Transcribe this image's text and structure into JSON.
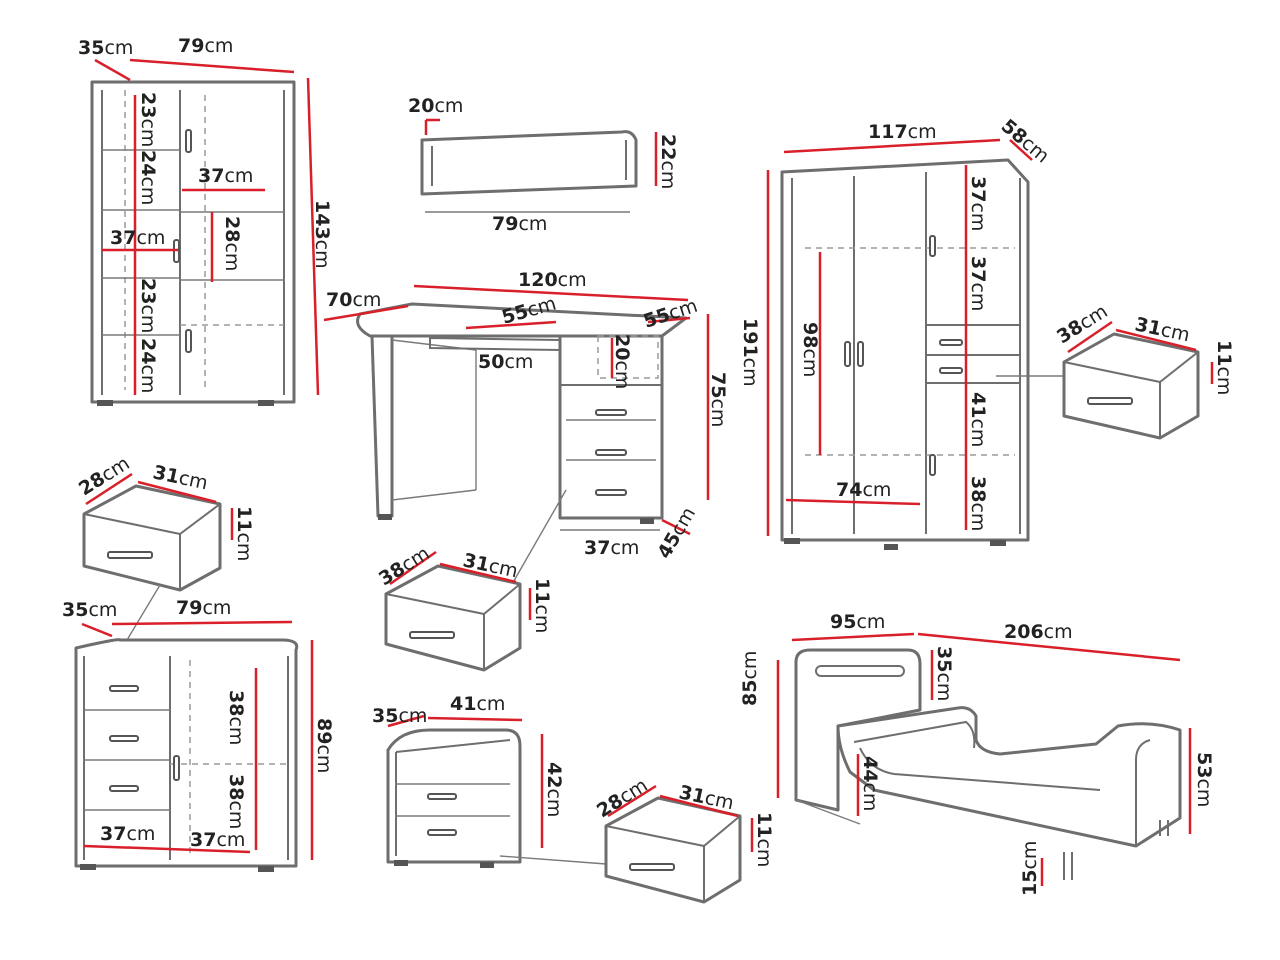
{
  "colors": {
    "dimension_line": "#d9202a",
    "outline": "#6e6e6e",
    "label_text": "#222222",
    "background": "#ffffff"
  },
  "labels": {
    "bookcase": {
      "depth": "35",
      "width": "79",
      "height": "143",
      "shelf1": "23",
      "shelf2": "24",
      "shelf3": "37",
      "shelf4": "28",
      "shelf5": "37",
      "shelf6": "23",
      "shelf7": "24"
    },
    "wall_shelf": {
      "depth": "20",
      "height": "22",
      "width": "79"
    },
    "desk": {
      "depth": "70",
      "width": "120",
      "keyboard_depth": "55",
      "cabinet_depth": "55",
      "niche_height": "20",
      "keyboard_width": "50",
      "height": "75",
      "cabinet_width": "37",
      "cabinet_depth_bottom": "45"
    },
    "desk_drawer": {
      "depth": "38",
      "width": "31",
      "height": "11"
    },
    "wardrobe": {
      "width": "117",
      "depth": "58",
      "height": "191",
      "shelf_top": "37",
      "shelf_second": "37",
      "hanging_height": "98",
      "lower_compartment": "41",
      "bottom_compartment": "38",
      "hanging_width": "74"
    },
    "wardrobe_drawer": {
      "depth": "38",
      "width": "31",
      "height": "11"
    },
    "chest_drawer": {
      "depth": "28",
      "width": "31",
      "height": "11"
    },
    "chest": {
      "depth": "35",
      "width": "79",
      "height": "89",
      "upper_compartment": "38",
      "lower_compartment": "38",
      "drawer_width": "37",
      "compartment_width": "37"
    },
    "nightstand": {
      "depth": "35",
      "width": "41",
      "height": "42"
    },
    "nightstand_drawer": {
      "depth": "28",
      "width": "31",
      "height": "11"
    },
    "bed": {
      "width": "95",
      "length": "206",
      "headboard_height": "85",
      "headboard_panel": "35",
      "side_height": "44",
      "foot_height": "53",
      "leg_height": "15"
    }
  },
  "unit": "cm"
}
